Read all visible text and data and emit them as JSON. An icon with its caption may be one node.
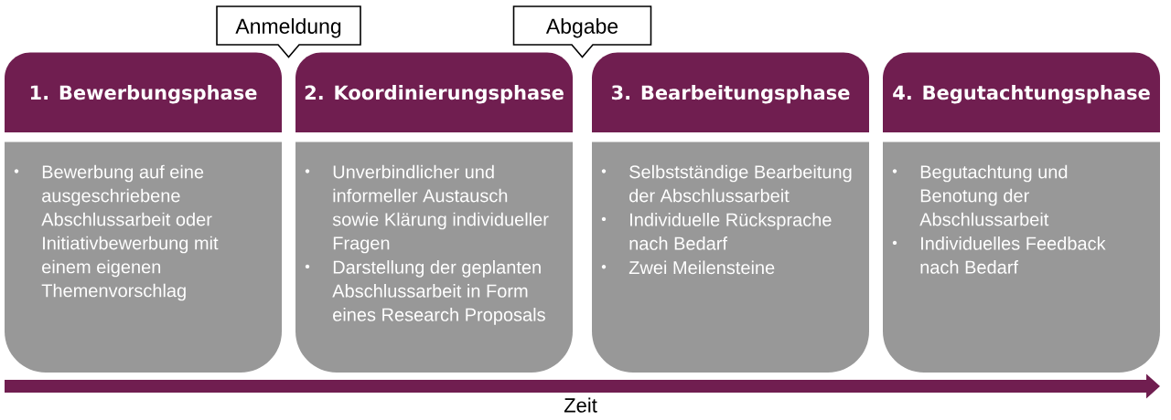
{
  "diagram": {
    "nodes": [
      {
        "text": [
          "1. Bewerbungsphase"
        ]
      },
      {
        "text": [
          "Bewerbung auf eine ausgeschriebene Abschlussarbeit oder Initiativbewerbung mit einem eigenen Themenvorschlag"
        ]
      },
      {
        "text": [
          "2. Koordinierungsphase"
        ]
      },
      {
        "text": [
          "Unverbindlicher und informeller Austausch sowie Klärung individueller Fragen",
          "Darstellung der geplanten Abschlussarbeit in Form eines Research Proposals"
        ]
      },
      {
        "text": [
          "3. Bearbeitungsphase"
        ]
      },
      {
        "text": [
          "Selbstständige Bearbeitung der Abschlussarbeit",
          "Individuelle Rücksprache nach Bedarf",
          "Zwei Meilensteine"
        ]
      },
      {
        "text": [
          "4. Begutachtungsphase"
        ]
      },
      {
        "text": [
          "Begutachtung und Benotung der Abschlussarbeit",
          "Individuelles Feedback nach Bedarf"
        ]
      },
      {
        "text": [
          "Anmeldung"
        ]
      },
      {
        "text": [
          "Abgabe"
        ]
      }
    ],
    "labels": [
      "Zeit"
    ]
  }
}
